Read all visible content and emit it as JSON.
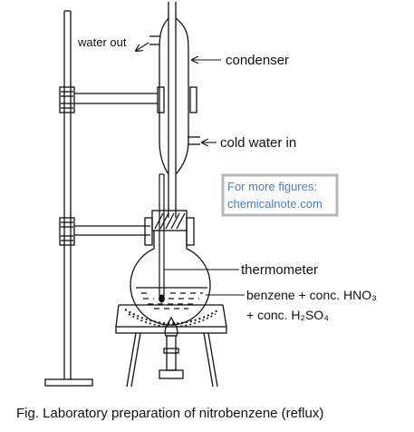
{
  "labels": {
    "water_out": "water out",
    "condenser": "condenser",
    "cold_water_in": "cold water in",
    "thermometer": "thermometer",
    "mixture_line1": "benzene + conc. HNO₃",
    "mixture_line2": "+ conc. H₂SO₄"
  },
  "watermark": {
    "line1": "For more figures:",
    "line2": "chemicalnote.com"
  },
  "caption": "Fig. Laboratory preparation of nitrobenzene (reflux)",
  "colors": {
    "ink": "#111111",
    "watermark_text": "#4a7fc4",
    "watermark_border": "#b8b8b8"
  }
}
